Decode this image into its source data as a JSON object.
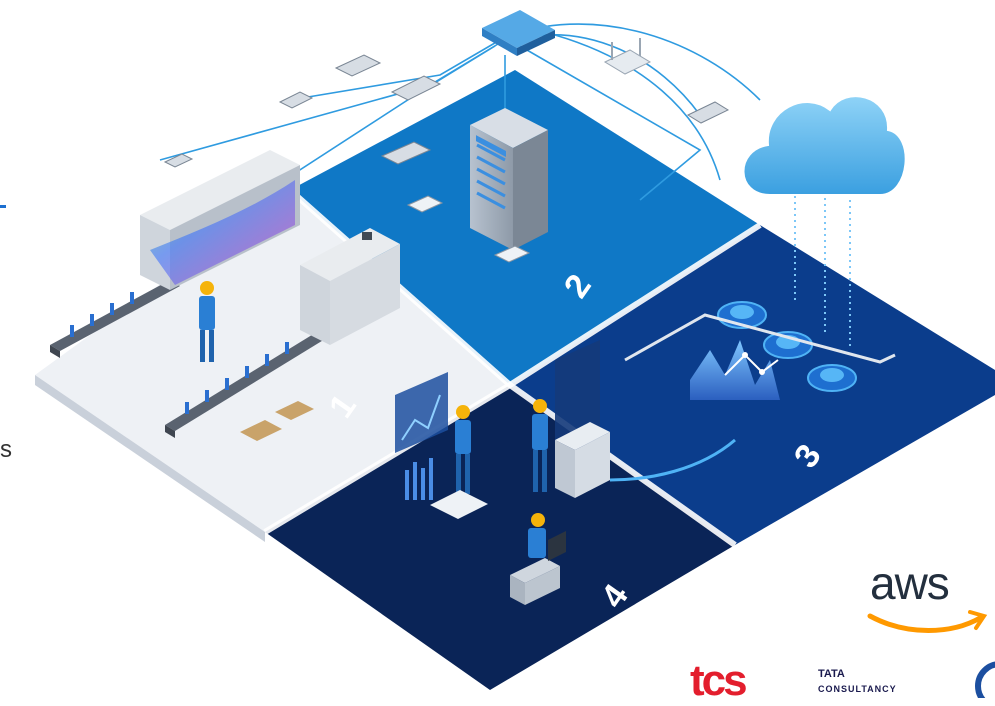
{
  "zones": [
    {
      "id": "1",
      "label": "1"
    },
    {
      "id": "2",
      "label": "2"
    },
    {
      "id": "3",
      "label": "3"
    },
    {
      "id": "4",
      "label": "4"
    }
  ],
  "edge_fragment": "s",
  "logos": {
    "aws": "aws",
    "tcs": "tcs",
    "tcs_line1": "TATA",
    "tcs_line2": "CONSULTANCY"
  },
  "icons": [
    "cloud-icon",
    "router-icon",
    "wifi-router-icon",
    "server-rack-icon",
    "network-switch-icon",
    "sensor-icon",
    "conveyor-belt-icon",
    "bottling-machine-icon",
    "worker-icon",
    "dashboard-screen-icon",
    "control-console-icon",
    "laptop-icon",
    "analytics-chart-icon",
    "database-node-icon"
  ],
  "colors": {
    "zone1_floor": "#eef1f5",
    "zone2_floor": "#0f78c6",
    "zone3_floor": "#0b3d8c",
    "zone4_floor": "#0a2457",
    "cloud": "#5bb8ef",
    "accent_line": "#2f9be0",
    "worker_suit": "#2a7fd4",
    "helmet": "#f5b30a",
    "aws_smile": "#ff9900",
    "tcs_red": "#e31e2d"
  }
}
